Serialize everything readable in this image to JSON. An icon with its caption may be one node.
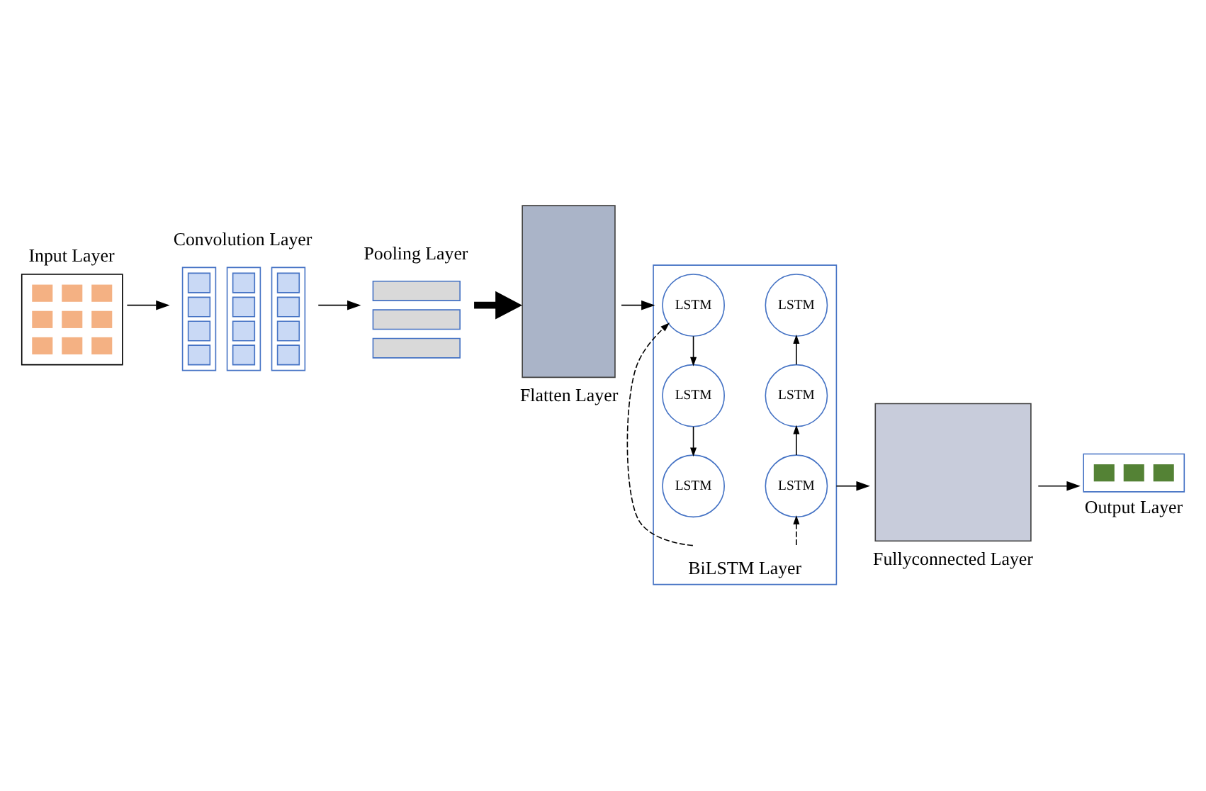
{
  "diagram": {
    "nodes": [
      {
        "text": [
          "Input Layer"
        ]
      },
      {
        "text": [
          "Convolution Layer"
        ]
      },
      {
        "text": [
          "Pooling Layer"
        ]
      },
      {
        "text": [
          "Flatten Layer"
        ]
      },
      {
        "text": [
          "BiLSTM Layer"
        ]
      },
      {
        "text": [
          "LSTM"
        ],
        "in": 4
      },
      {
        "text": [
          "LSTM"
        ],
        "in": 4
      },
      {
        "text": [
          "LSTM"
        ],
        "in": 4
      },
      {
        "text": [
          "LSTM"
        ],
        "in": 4
      },
      {
        "text": [
          "LSTM"
        ],
        "in": 4
      },
      {
        "text": [
          "LSTM"
        ],
        "in": 4
      },
      {
        "text": [
          "Fullyconnected Layer"
        ]
      },
      {
        "text": [
          "Output Layer"
        ]
      }
    ],
    "edges": [
      {
        "from": 0,
        "to": 1,
        "arrow": "to"
      },
      {
        "from": 1,
        "to": 2,
        "arrow": "to"
      },
      {
        "from": 2,
        "to": 3,
        "arrow": "to",
        "style": "thick"
      },
      {
        "from": 3,
        "to": 4,
        "arrow": "to"
      },
      {
        "from": 4,
        "to": 11,
        "arrow": "to"
      },
      {
        "from": 11,
        "to": 12,
        "arrow": "to"
      },
      {
        "from": null,
        "to": 5,
        "arrow": "to",
        "style": "dashed"
      },
      {
        "from": 5,
        "to": 7,
        "arrow": "to"
      },
      {
        "from": 7,
        "to": 9,
        "arrow": "to"
      },
      {
        "from": null,
        "to": 10,
        "arrow": "to",
        "style": "dashed"
      },
      {
        "from": 10,
        "to": 8,
        "arrow": "to"
      },
      {
        "from": 8,
        "to": 6,
        "arrow": "to"
      }
    ]
  }
}
